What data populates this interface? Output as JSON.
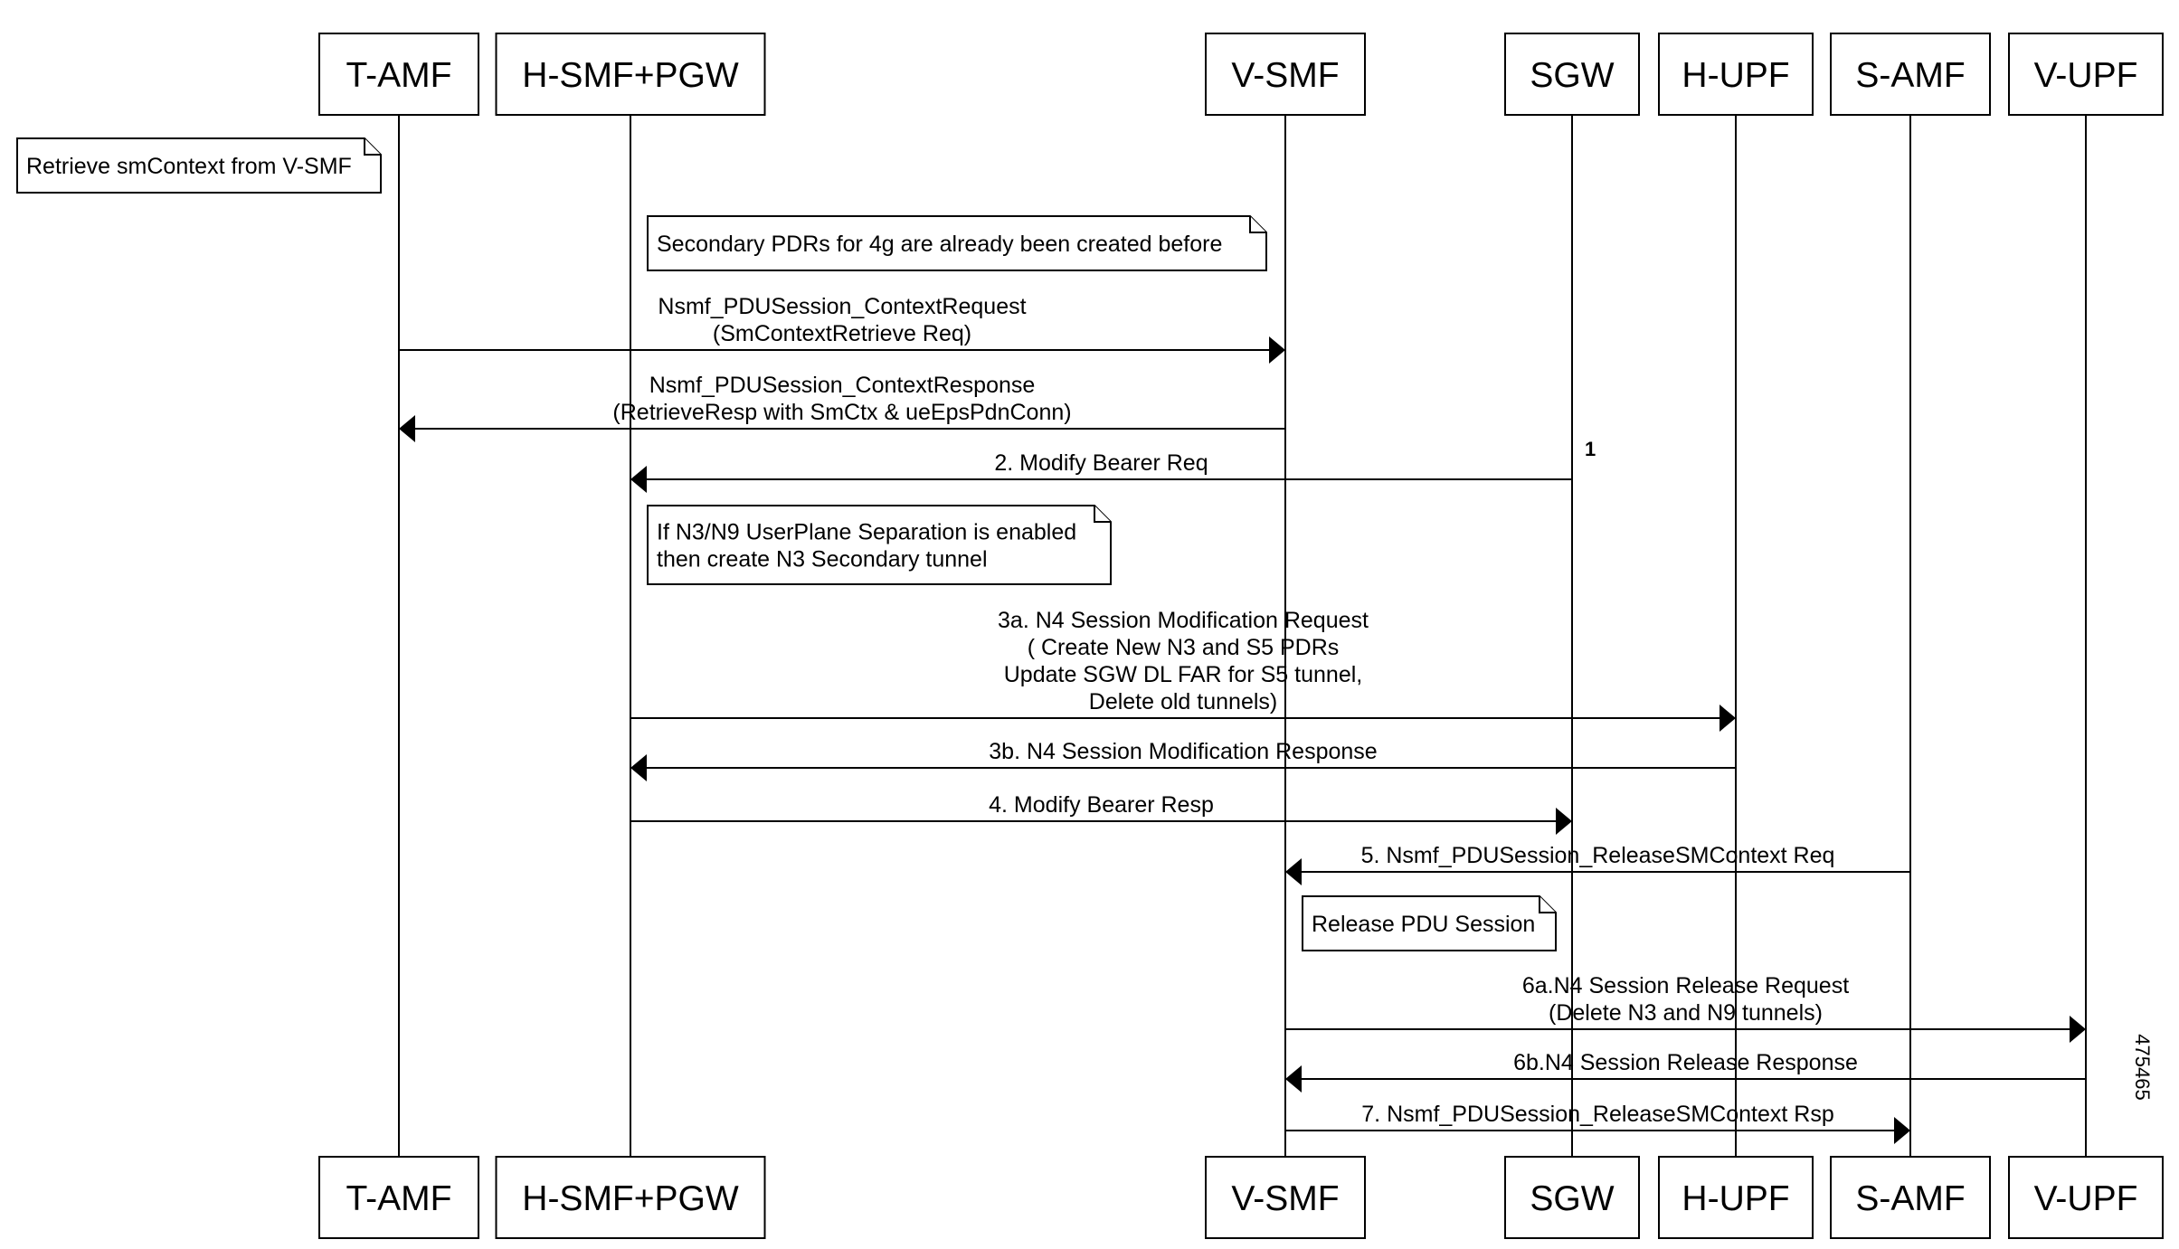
{
  "participants": [
    {
      "id": "tamf",
      "label": "T-AMF"
    },
    {
      "id": "hsmf",
      "label": "H-SMF+PGW"
    },
    {
      "id": "vsmf",
      "label": "V-SMF"
    },
    {
      "id": "sgw",
      "label": "SGW"
    },
    {
      "id": "hupf",
      "label": "H-UPF"
    },
    {
      "id": "samf",
      "label": "S-AMF"
    },
    {
      "id": "vupf",
      "label": "V-UPF"
    }
  ],
  "notes": [
    {
      "id": "note-retrieve",
      "lines": [
        "Retrieve smContext from V-SMF"
      ]
    },
    {
      "id": "note-secondary-pdrs",
      "lines": [
        "Secondary PDRs for 4g are already been created before"
      ]
    },
    {
      "id": "note-separation",
      "lines": [
        "If N3/N9 UserPlane Separation is enabled",
        " then create N3 Secondary tunnel"
      ]
    },
    {
      "id": "note-release-pdu",
      "lines": [
        "Release PDU Session"
      ]
    }
  ],
  "messages": [
    {
      "id": "ctx-request",
      "from": "tamf",
      "to": "vsmf",
      "lines": [
        "Nsmf_PDUSession_ContextRequest",
        "(SmContextRetrieve Req)"
      ]
    },
    {
      "id": "ctx-response",
      "from": "vsmf",
      "to": "tamf",
      "lines": [
        "Nsmf_PDUSession_ContextResponse",
        "(RetrieveResp with SmCtx & ueEpsPdnConn)"
      ]
    },
    {
      "id": "modify-bearer-req",
      "from": "sgw",
      "to": "hsmf",
      "lines": [
        "2. Modify Bearer Req"
      ]
    },
    {
      "id": "n4-mod-req",
      "from": "hsmf",
      "to": "hupf",
      "lines": [
        "3a. N4 Session Modification Request",
        "( Create New N3 and S5 PDRs",
        "Update SGW DL FAR for S5 tunnel,",
        "Delete old tunnels)"
      ]
    },
    {
      "id": "n4-mod-resp",
      "from": "hupf",
      "to": "hsmf",
      "lines": [
        "3b. N4 Session Modification Response"
      ]
    },
    {
      "id": "modify-bearer-resp",
      "from": "hsmf",
      "to": "sgw",
      "lines": [
        "4. Modify Bearer Resp"
      ]
    },
    {
      "id": "release-smctx-req",
      "from": "samf",
      "to": "vsmf",
      "lines": [
        "5. Nsmf_PDUSession_ReleaseSMContext Req"
      ]
    },
    {
      "id": "n4-release-req",
      "from": "vsmf",
      "to": "vupf",
      "lines": [
        "6a.N4 Session Release Request",
        "(Delete N3 and N9 tunnels)"
      ]
    },
    {
      "id": "n4-release-resp",
      "from": "vupf",
      "to": "vsmf",
      "lines": [
        "6b.N4 Session Release Response"
      ]
    },
    {
      "id": "release-smctx-rsp",
      "from": "vsmf",
      "to": "samf",
      "lines": [
        "7. Nsmf_PDUSession_ReleaseSMContext Rsp"
      ]
    }
  ],
  "marker_label": "1",
  "figure_id": "475465"
}
